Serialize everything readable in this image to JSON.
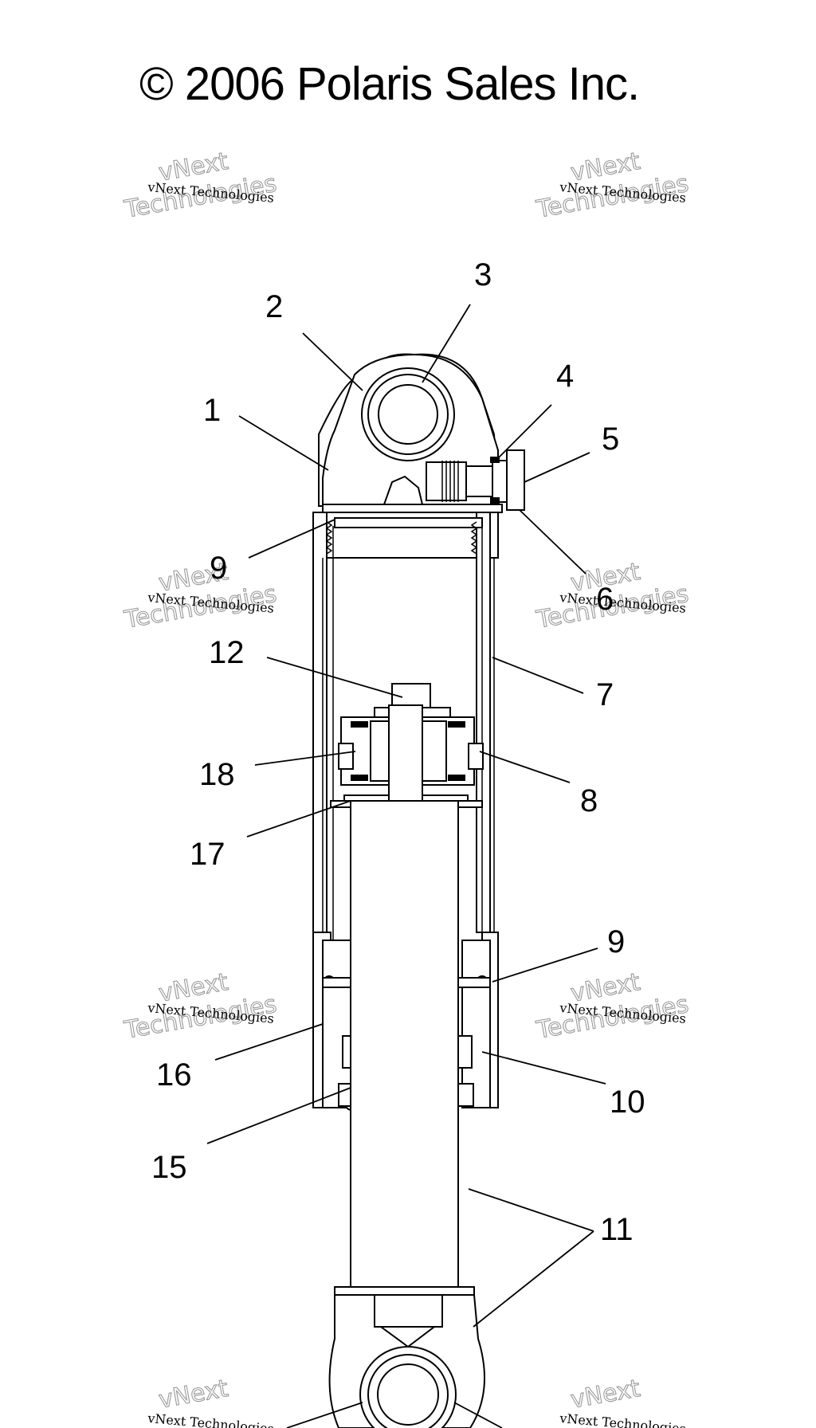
{
  "copyright": "© 2006 Polaris Sales Inc.",
  "watermark": {
    "line1": "vNext Technologies",
    "line2": "vNext",
    "line3": "Technologies"
  },
  "callouts": {
    "c1": "1",
    "c2": "2",
    "c3": "3",
    "c4": "4",
    "c5": "5",
    "c6": "6",
    "c7": "7",
    "c8": "8",
    "c9a": "9",
    "c9b": "9",
    "c10": "10",
    "c11": "11",
    "c12": "12",
    "c15": "15",
    "c16": "16",
    "c17": "17",
    "c18": "18"
  }
}
